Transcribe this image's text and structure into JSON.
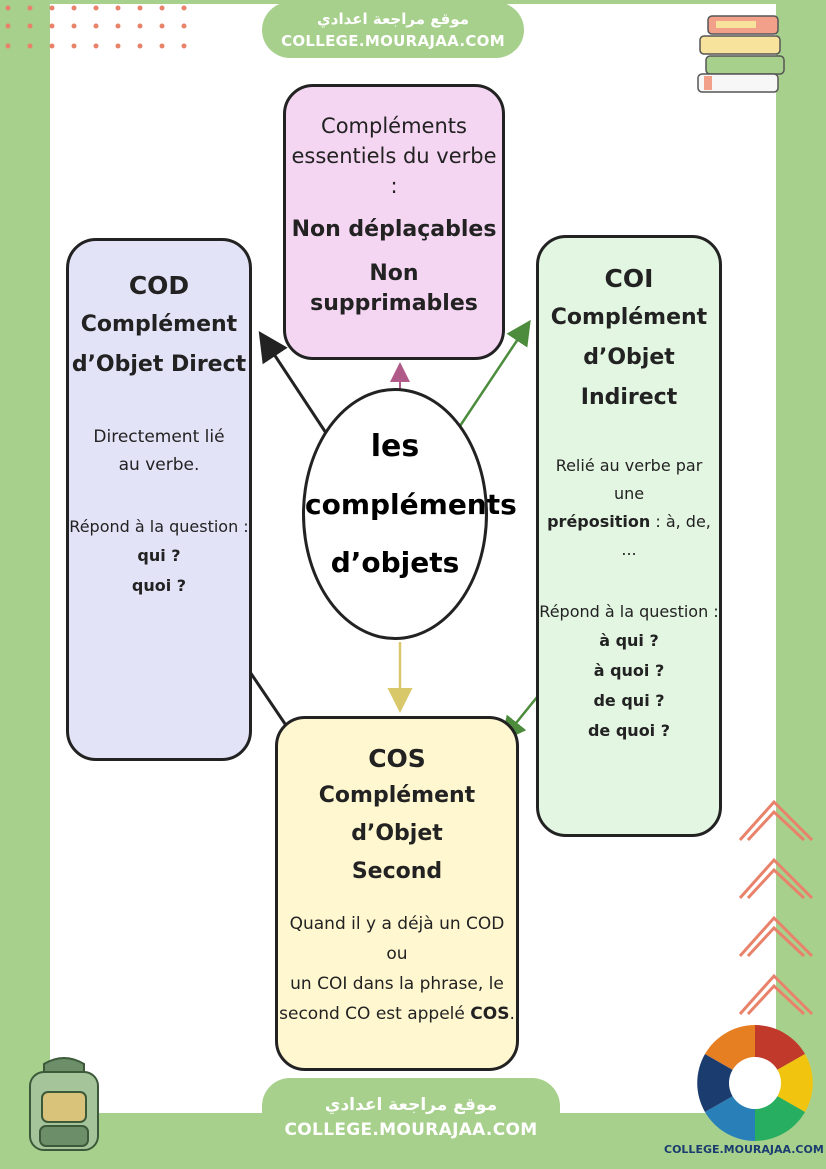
{
  "banner_top": {
    "arabic": "موقع مراجعة اعدادي",
    "site": "COLLEGE.MOURAJAA.COM"
  },
  "banner_bottom": {
    "arabic": "موقع مراجعة اعدادي",
    "site": "COLLEGE.MOURAJAA.COM"
  },
  "logo_caption": "COLLEGE.MOURAJAA.COM",
  "center": {
    "line1": "les",
    "line2": "compléments",
    "line3": "d’objets"
  },
  "top_box": {
    "line1": "Compléments",
    "line2": "essentiels du verbe :",
    "line3": "Non déplaçables",
    "line4": "Non supprimables"
  },
  "cod_box": {
    "title": "COD",
    "subtitle1": "Complément",
    "subtitle2": "d’Objet Direct",
    "desc1": "Directement lié",
    "desc2": "au verbe.",
    "question": "Répond à la question :",
    "answers": [
      "qui ?",
      "quoi ?"
    ]
  },
  "coi_box": {
    "title": "COI",
    "subtitle1": "Complément",
    "subtitle2": "d’Objet Indirect",
    "desc1": "Relié au verbe par une",
    "desc2_bold": "préposition",
    "desc2_rest": " : à, de, ...",
    "question": "Répond à la question :",
    "answers": [
      "à qui ?",
      "à quoi ?",
      "de qui ?",
      "de quoi ?"
    ]
  },
  "cos_box": {
    "title": "COS",
    "subtitle1": "Complément d’Objet",
    "subtitle2": "Second",
    "desc1": "Quand il y a déjà un COD ou",
    "desc2": "un COI dans la phrase, le",
    "desc3_plain": "second CO est appelé ",
    "desc3_bold": "COS",
    "desc3_end": "."
  },
  "colors": {
    "frame": "#a8d08d",
    "top_box": "#f5d6f2",
    "cod_box": "#e3e3f8",
    "coi_box": "#e3f6e2",
    "cos_box": "#fff7d0",
    "chevron": "#e8826a",
    "dots": "#e8826a"
  }
}
